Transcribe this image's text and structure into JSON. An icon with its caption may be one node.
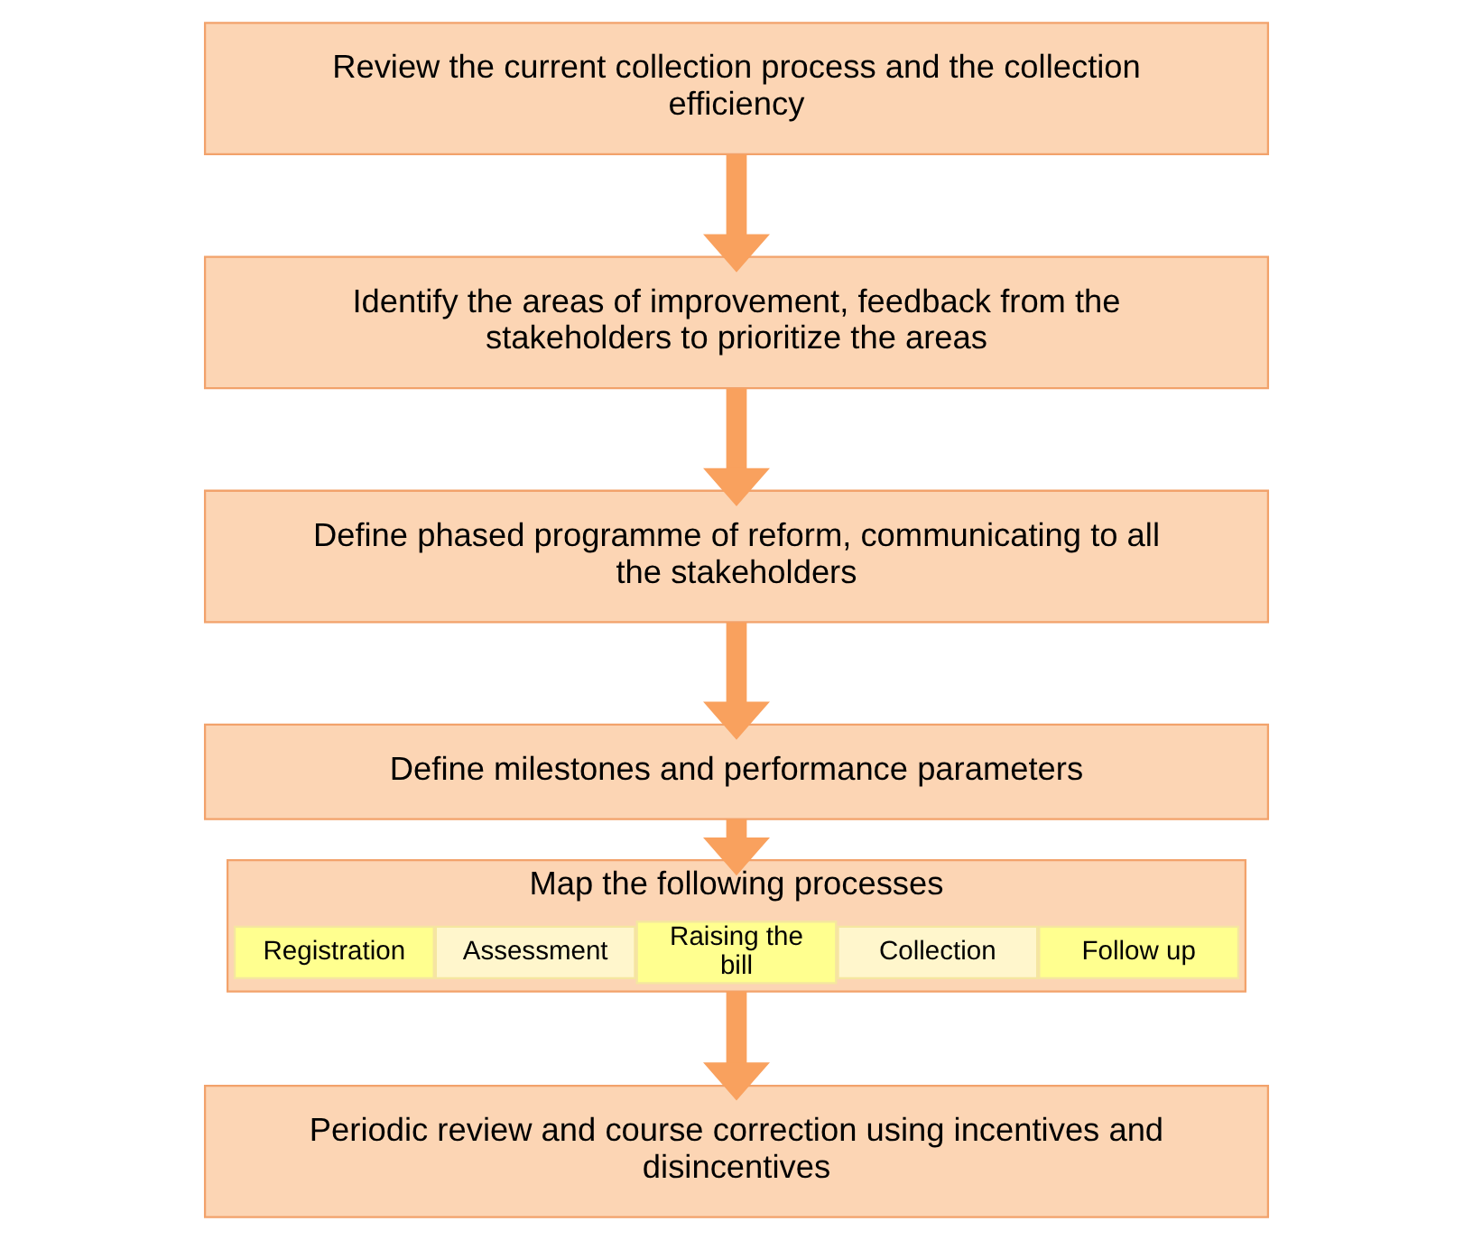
{
  "diagram": {
    "nodes": [
      {
        "text": [
          "Review the current collection process and the collection efficiency"
        ]
      },
      {
        "text": [
          "Identify the areas of improvement, feedback from the stakeholders to prioritize the areas"
        ]
      },
      {
        "text": [
          "Define phased programme of reform, communicating to all the stakeholders"
        ]
      },
      {
        "text": [
          "Define milestones and performance parameters"
        ]
      },
      {
        "text": [
          "Map the following processes"
        ]
      },
      {
        "text": [
          "Registration"
        ],
        "in": 4
      },
      {
        "text": [
          "Assessment"
        ],
        "in": 4
      },
      {
        "text": [
          "Raising the bill"
        ],
        "in": 4
      },
      {
        "text": [
          "Collection"
        ],
        "in": 4
      },
      {
        "text": [
          "Follow up"
        ],
        "in": 4
      },
      {
        "text": [
          "Periodic review and course correction using incentives and disincentives"
        ]
      }
    ],
    "edges": [
      {
        "from": 0,
        "to": 1,
        "arrow": "to"
      },
      {
        "from": 1,
        "to": 2,
        "arrow": "to"
      },
      {
        "from": 2,
        "to": 3,
        "arrow": "to"
      },
      {
        "from": 3,
        "to": 4,
        "arrow": "to"
      },
      {
        "from": 4,
        "to": 10,
        "arrow": "to"
      }
    ]
  }
}
